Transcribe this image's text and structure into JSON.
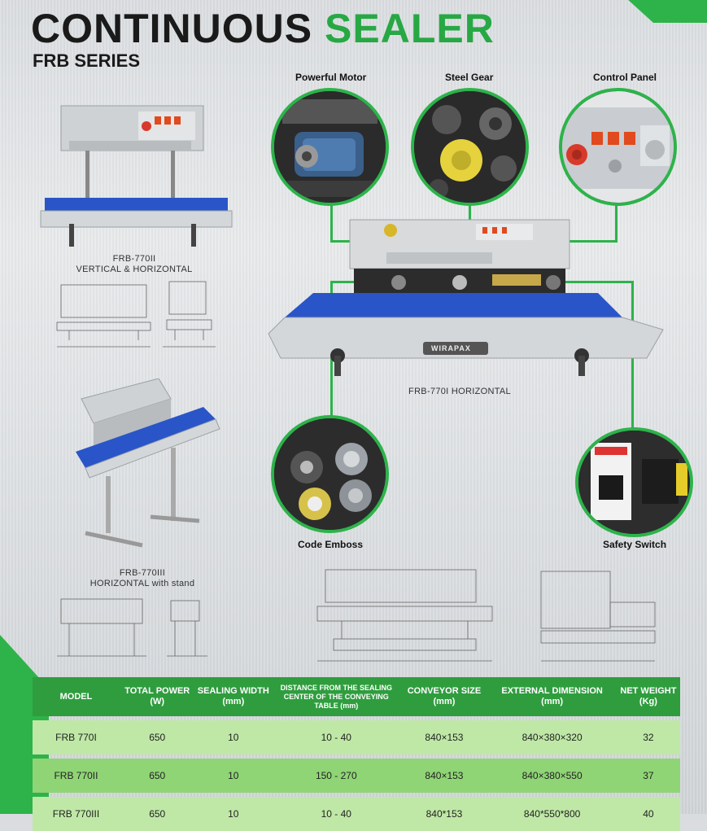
{
  "title_part1": "CONTINUOUS",
  "title_part2": "SEALER",
  "subtitle": "FRB SERIES",
  "callouts": {
    "motor": "Powerful Motor",
    "gear": "Steel Gear",
    "panel": "Control Panel",
    "emboss": "Code Emboss",
    "safety": "Safety Switch"
  },
  "captions": {
    "vh_model": "FRB-770II",
    "vh_desc": "VERTICAL & HORIZONTAL",
    "h_main": "FRB-770I   HORIZONTAL",
    "stand_model": "FRB-770III",
    "stand_desc": "HORIZONTAL with stand"
  },
  "brand": "WIRAPAX",
  "table": {
    "headers": [
      "MODEL",
      "TOTAL POWER (W)",
      "SEALING WIDTH (mm)",
      "DISTANCE FROM THE SEALING CENTER OF THE CONVEYING TABLE (mm)",
      "CONVEYOR SIZE (mm)",
      "EXTERNAL DIMENSION (mm)",
      "NET WEIGHT (Kg)"
    ],
    "rows": [
      [
        "FRB 770I",
        "650",
        "10",
        "10 - 40",
        "840×153",
        "840×380×320",
        "32"
      ],
      [
        "FRB 770II",
        "650",
        "10",
        "150 - 270",
        "840×153",
        "840×380×550",
        "37"
      ],
      [
        "FRB 770III",
        "650",
        "10",
        "10 - 40",
        "840*153",
        "840*550*800",
        "40"
      ]
    ]
  },
  "colors": {
    "accent": "#2db34a",
    "title_dark": "#1a1a1a",
    "header_bg": "#2f9d3e",
    "conveyor_blue": "#2a55c8"
  }
}
